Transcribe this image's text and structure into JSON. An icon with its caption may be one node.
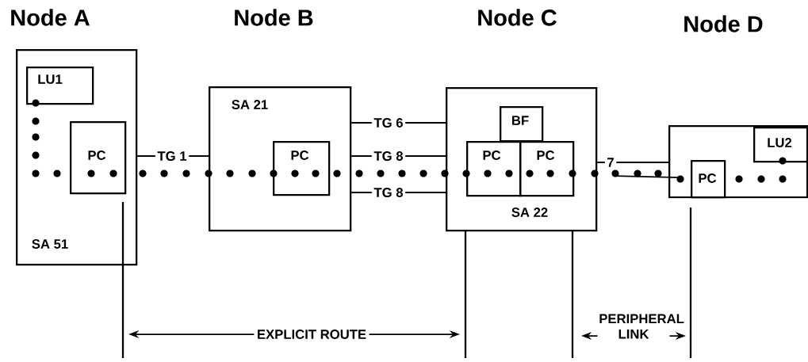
{
  "diagram": {
    "nodes": [
      {
        "text": [
          "Node A",
          "SA 51"
        ]
      },
      {
        "text": [
          "LU1"
        ],
        "in": 0
      },
      {
        "text": [
          "PC"
        ],
        "in": 0
      },
      {
        "text": [
          "Node B",
          "SA 21"
        ]
      },
      {
        "text": [
          "PC"
        ],
        "in": 3
      },
      {
        "text": [
          "Node C",
          "SA 22"
        ]
      },
      {
        "text": [
          "BF"
        ],
        "in": 5
      },
      {
        "text": [
          "PC"
        ],
        "in": 5
      },
      {
        "text": [
          "PC"
        ],
        "in": 5
      },
      {
        "text": [
          "Node D"
        ]
      },
      {
        "text": [
          "LU2"
        ],
        "in": 9
      },
      {
        "text": [
          "PC"
        ],
        "in": 9
      }
    ],
    "edges": [
      {
        "from": 0,
        "to": 3,
        "arrow": "none",
        "label": "TG 1"
      },
      {
        "from": 3,
        "to": 5,
        "arrow": "none",
        "label": "TG 6"
      },
      {
        "from": 3,
        "to": 5,
        "arrow": "none",
        "label": "TG 8"
      },
      {
        "from": 3,
        "to": 5,
        "arrow": "none",
        "label": "TG 8"
      },
      {
        "from": 5,
        "to": 9,
        "arrow": "none",
        "label": "7"
      }
    ],
    "labels": [
      "EXPLICIT ROUTE",
      "PERIPHERAL LINK"
    ]
  }
}
